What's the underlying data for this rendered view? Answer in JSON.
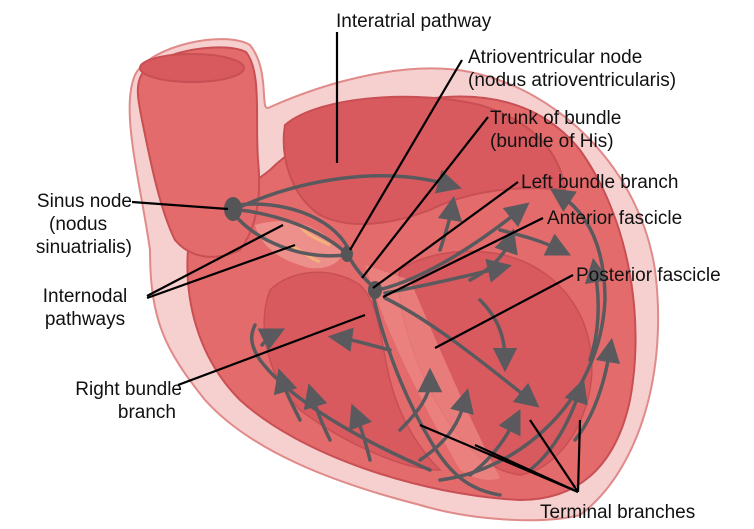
{
  "diagram": {
    "labels": {
      "interatrial_pathway": "Interatrial pathway",
      "av_node_1": "Atrioventricular node",
      "av_node_2": "(nodus atrioventricularis)",
      "trunk_1": "Trunk of bundle",
      "trunk_2": "(bundle of His)",
      "left_bundle": "Left bundle branch",
      "anterior_fascicle": "Anterior fascicle",
      "posterior_fascicle": "Posterior fascicle",
      "sinus_1": "Sinus node",
      "sinus_2": "(nodus",
      "sinus_3": "sinuatrialis)",
      "internodal_1": "Internodal",
      "internodal_2": "pathways",
      "right_bundle_1": "Right bundle",
      "right_bundle_2": "branch",
      "terminal": "Terminal branches"
    },
    "colors": {
      "pericardium": "#f6cfcf",
      "pericardium_edge": "#e08a8a",
      "muscle": "#e46b6b",
      "muscle_dark": "#c84f53",
      "chamber": "#d85a5f",
      "pathway": "#5a5a5e",
      "leader": "#000000"
    }
  }
}
